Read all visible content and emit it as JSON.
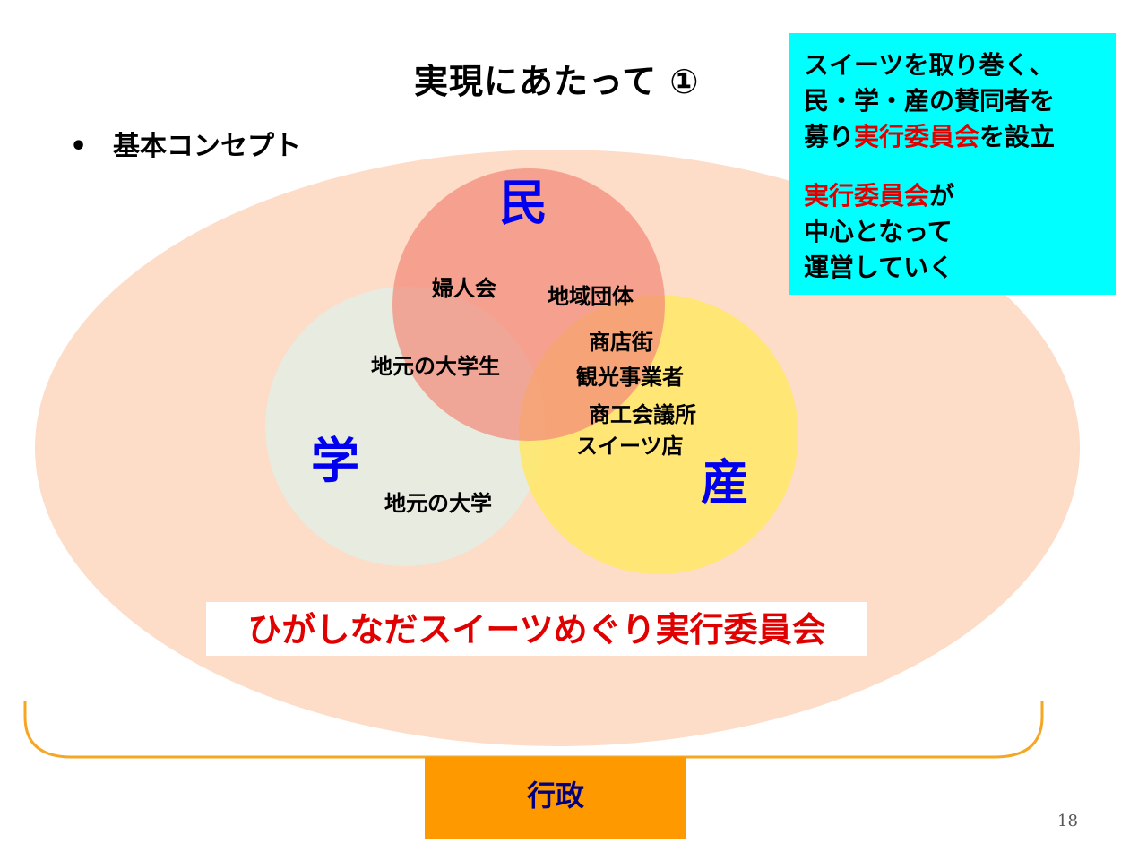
{
  "title": "実現にあたって ①",
  "bullet": {
    "marker": "•",
    "text": "基本コンセプト"
  },
  "callout": {
    "line1": "スイーツを取り巻く、",
    "line2": "民・学・産の賛同者を",
    "line3_pre": "募り",
    "line3_red": "実行委員会",
    "line3_post": "を設立",
    "line4_red": "実行委員会",
    "line4_post": "が",
    "line5": "中心となって",
    "line6": "運営していく"
  },
  "circles": {
    "min": "民",
    "gaku": "学",
    "san": "産"
  },
  "labels": {
    "fujinkai": "婦人会",
    "chiiki": "地域団体",
    "daigakusei": "地元の大学生",
    "shotengai": "商店街",
    "kanko": "観光事業者",
    "shokokai": "商工会議所",
    "sweets_shop": "スイーツ店",
    "daigaku": "地元の大学"
  },
  "banner": "ひがしなだスイーツめぐり実行委員会",
  "government": "行政",
  "page_number": "18",
  "colors": {
    "outer_ellipse": "#fddcc8",
    "min_circle": "#f8a08a",
    "gaku_circle": "#e4ece2",
    "san_circle": "#ffe866",
    "callout_bg": "#00ffff",
    "bracket": "#f5a623",
    "gov_box": "#ff9900",
    "accent_red": "#e00000",
    "accent_blue": "#0000ee"
  }
}
